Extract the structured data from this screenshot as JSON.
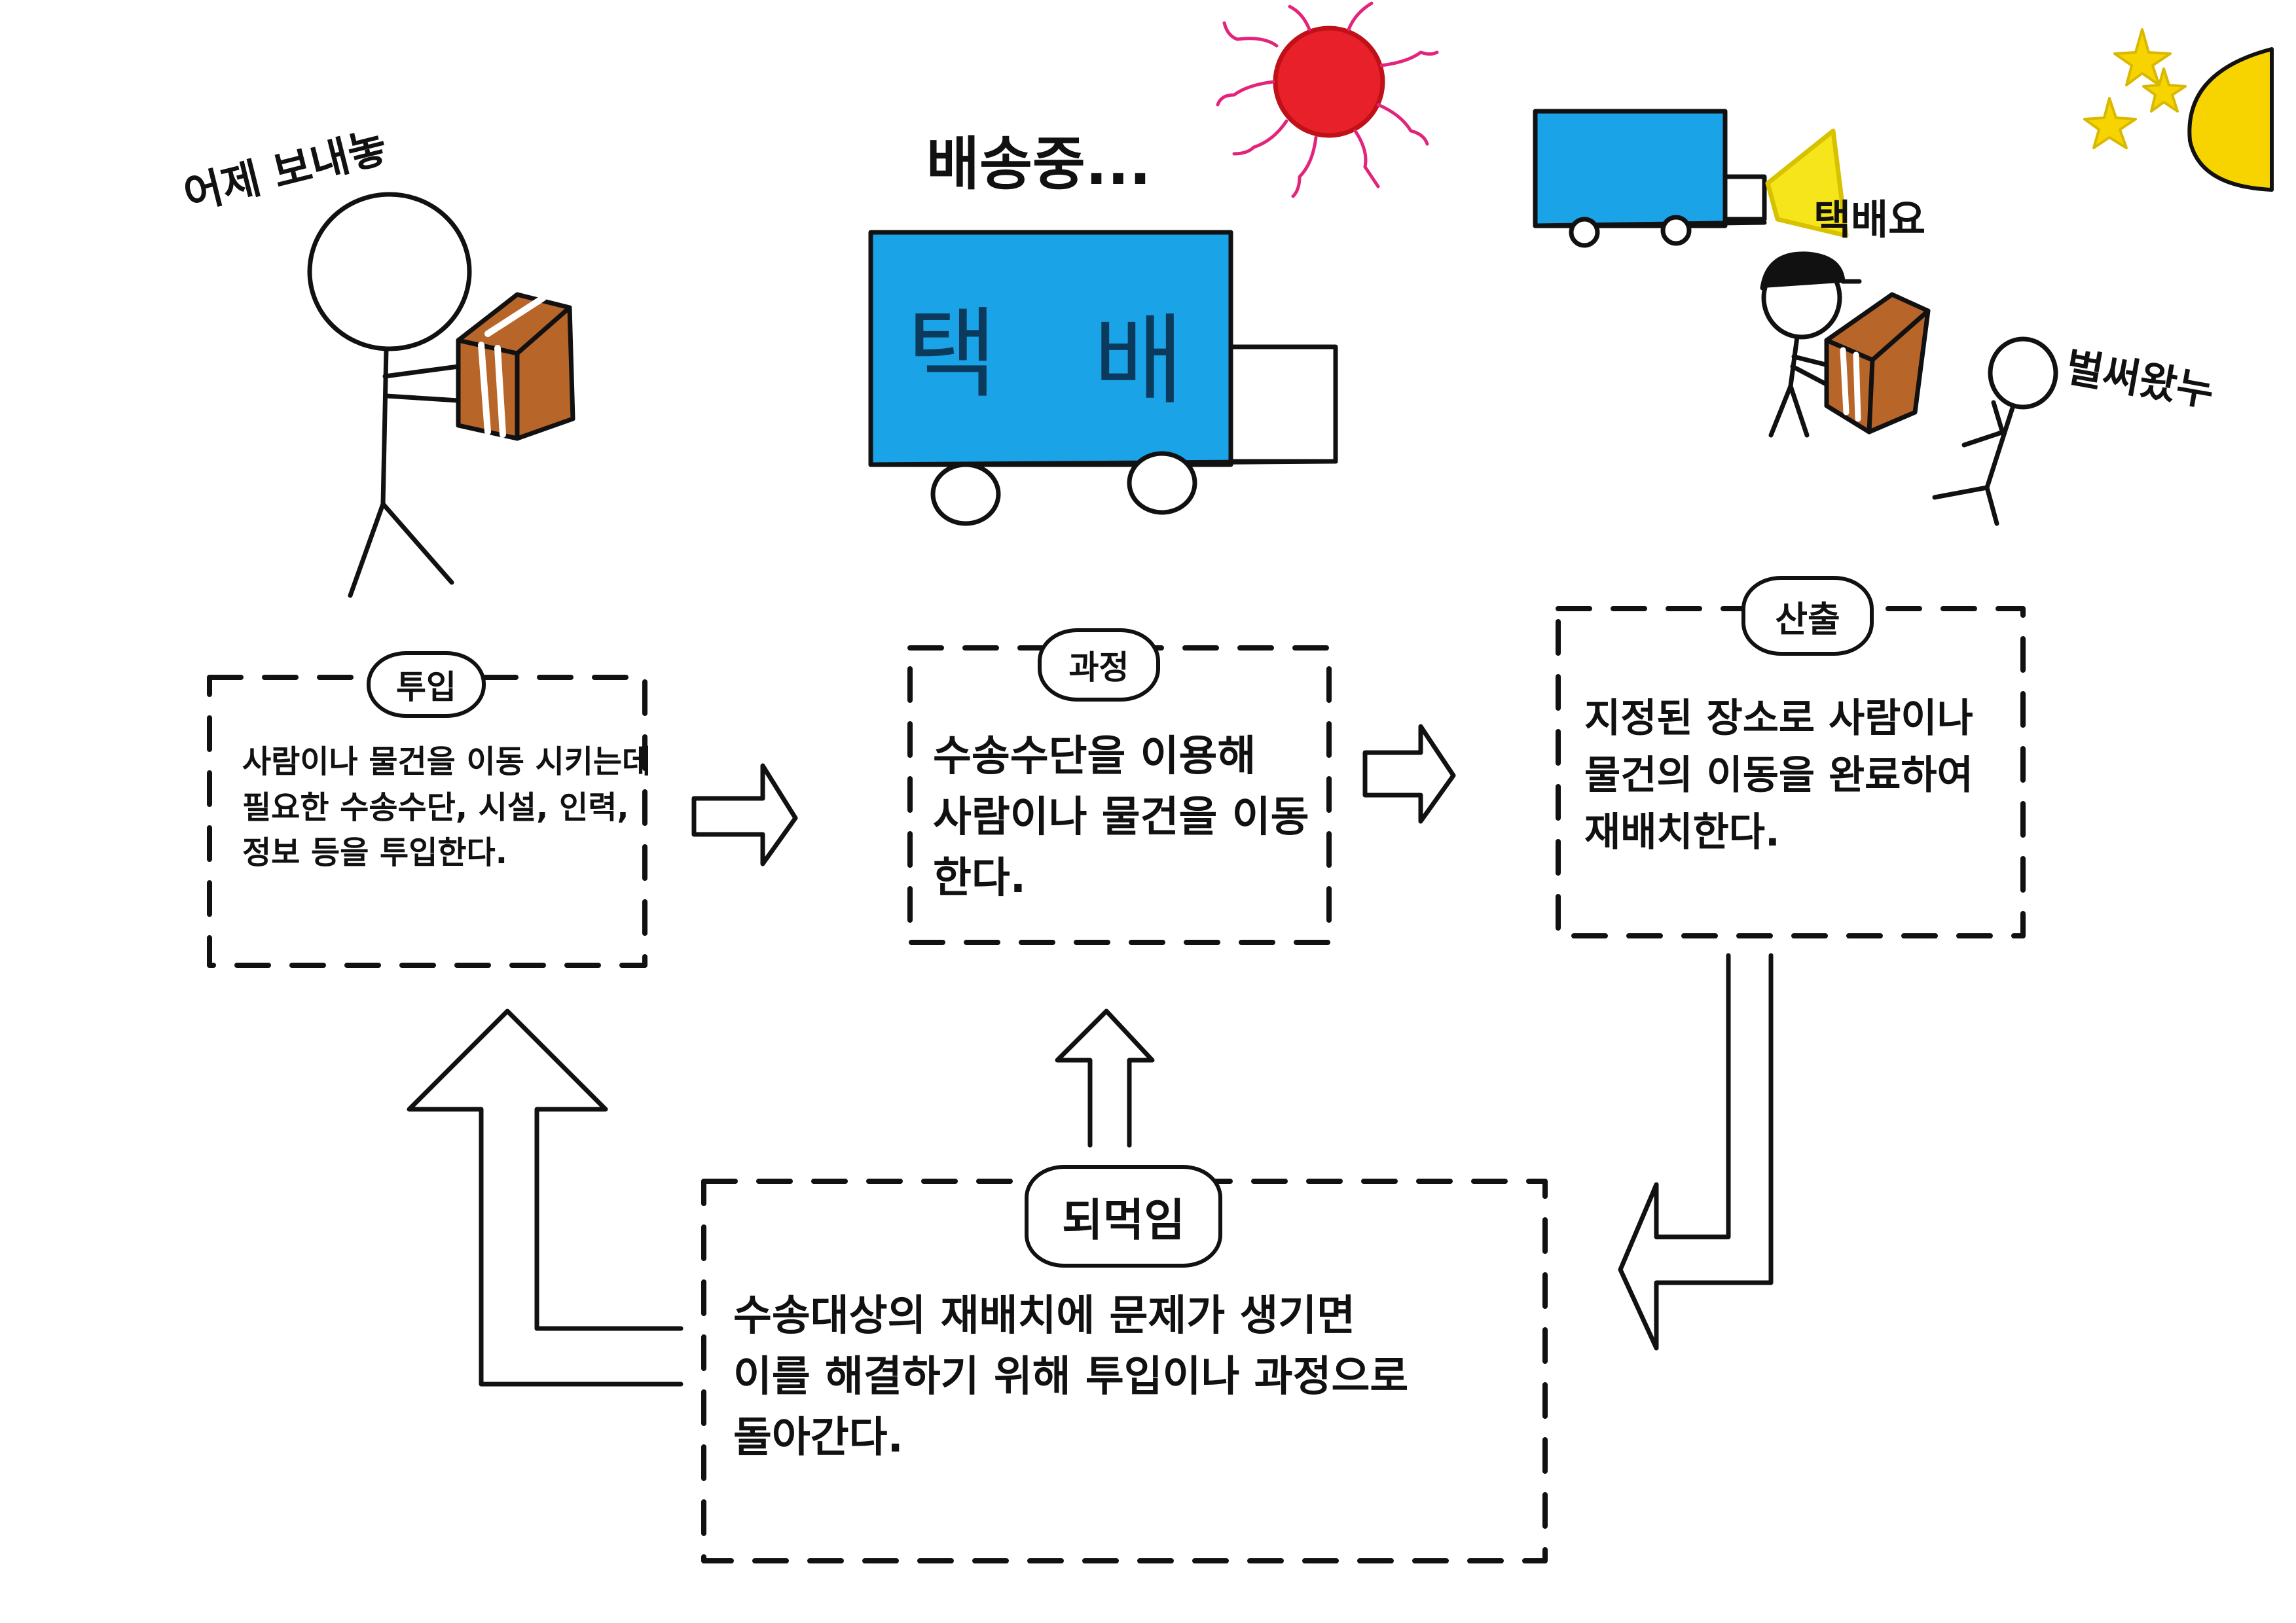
{
  "captions": {
    "sender_speech": "어제 보내놓",
    "shipping": "배송중...",
    "truck_label_1": "택",
    "truck_label_2": "배",
    "courier_call": "택배요",
    "receiver_speech": "벌써왔누"
  },
  "stages": {
    "input": {
      "title": "투입",
      "text": "사람이나 물건을 이동 시키는데\n필요한 수송수단, 시설, 인력,\n정보 등을 투입한다."
    },
    "process": {
      "title": "과정",
      "text": "수송수단을 이용해\n사람이나 물건을 이동\n한다."
    },
    "output": {
      "title": "산출",
      "text": "지정된 장소로 사람이나\n물건의 이동을 완료하여\n재배치한다."
    },
    "feedback": {
      "title": "되먹임",
      "text": "수송대상의 재배치에 문제가 생기면\n이를 해결하기 위해 투입이나 과정으로\n돌아간다."
    }
  },
  "colors": {
    "ink": "#111111",
    "truck_blue": "#1aa3e6",
    "box_brown": "#b8652a",
    "sun_red": "#e8202a",
    "sun_rays": "#e2247a",
    "moon_yellow": "#f7d400",
    "headlight_yellow": "#f5e51a"
  }
}
